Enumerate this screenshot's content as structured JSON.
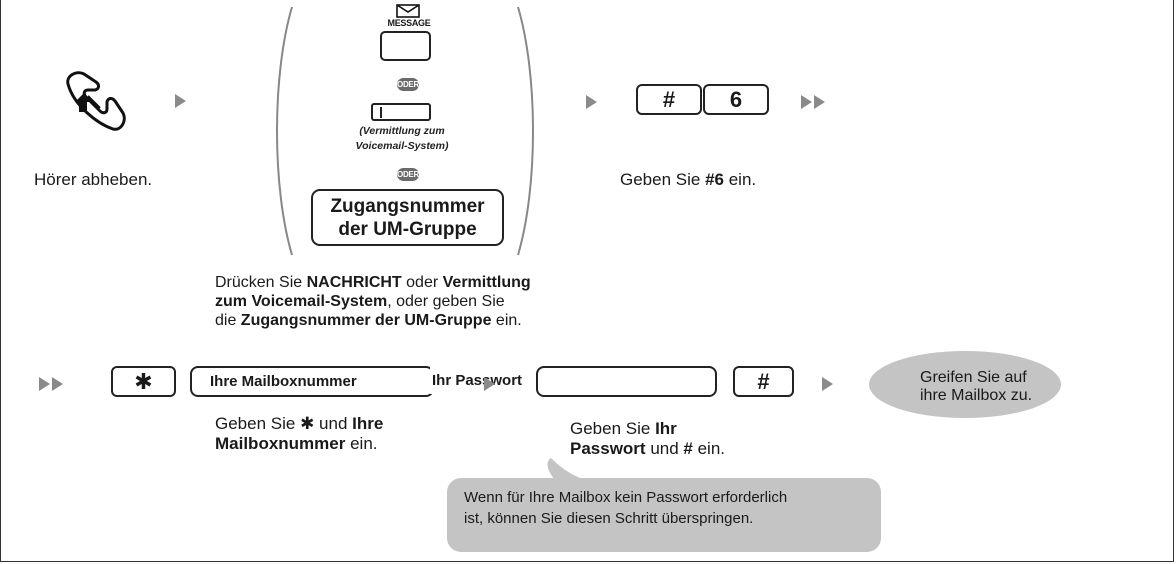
{
  "step1": {
    "caption": "Hörer abheben."
  },
  "options": {
    "message_label": "MESSAGE",
    "or_label": "ODER",
    "transfer_caption_line1": "(Vermittlung zum",
    "transfer_caption_line2": "Voicemail-System)",
    "um_group_line1": "Zugangsnummer",
    "um_group_line2": "der UM-Gruppe"
  },
  "step2": {
    "caption_p1": "Drücken Sie ",
    "caption_b1": "NACHRICHT",
    "caption_p2": " oder ",
    "caption_b2": "Vermittlung",
    "caption_b3": "zum Voicemail-System",
    "caption_p3": ", oder geben Sie",
    "caption_p4": "die ",
    "caption_b4": "Zugangsnummer der UM-Gruppe",
    "caption_p5": " ein."
  },
  "step3": {
    "key_hash": "#",
    "key_six": "6",
    "caption_p1": "Geben Sie ",
    "caption_b1": "#6",
    "caption_p2": " ein."
  },
  "step4": {
    "key_star": "✱",
    "mailbox_field": "Ihre Mailboxnummer",
    "caption_p1": "Geben Sie ",
    "caption_star": "✱",
    "caption_p2": " und ",
    "caption_b1": "Ihre",
    "caption_b2": "Mailboxnummer",
    "caption_p3": " ein."
  },
  "step5": {
    "password_field": "Ihr Passwort",
    "key_hash": "#",
    "caption_p1": "Geben Sie ",
    "caption_b1": "Ihr",
    "caption_b2": "Passwort",
    "caption_p2": " und ",
    "caption_b3": "#",
    "caption_p3": " ein.",
    "note_line1": "Wenn für Ihre Mailbox kein Passwort erforderlich",
    "note_line2": "ist, können Sie diesen Schritt überspringen."
  },
  "result": {
    "line1": "Greifen Sie auf",
    "line2": "ihre Mailbox zu."
  },
  "colors": {
    "arrow": "#8a8a8a",
    "bubble": "#c4c4c4",
    "badge": "#6a6a6a"
  }
}
